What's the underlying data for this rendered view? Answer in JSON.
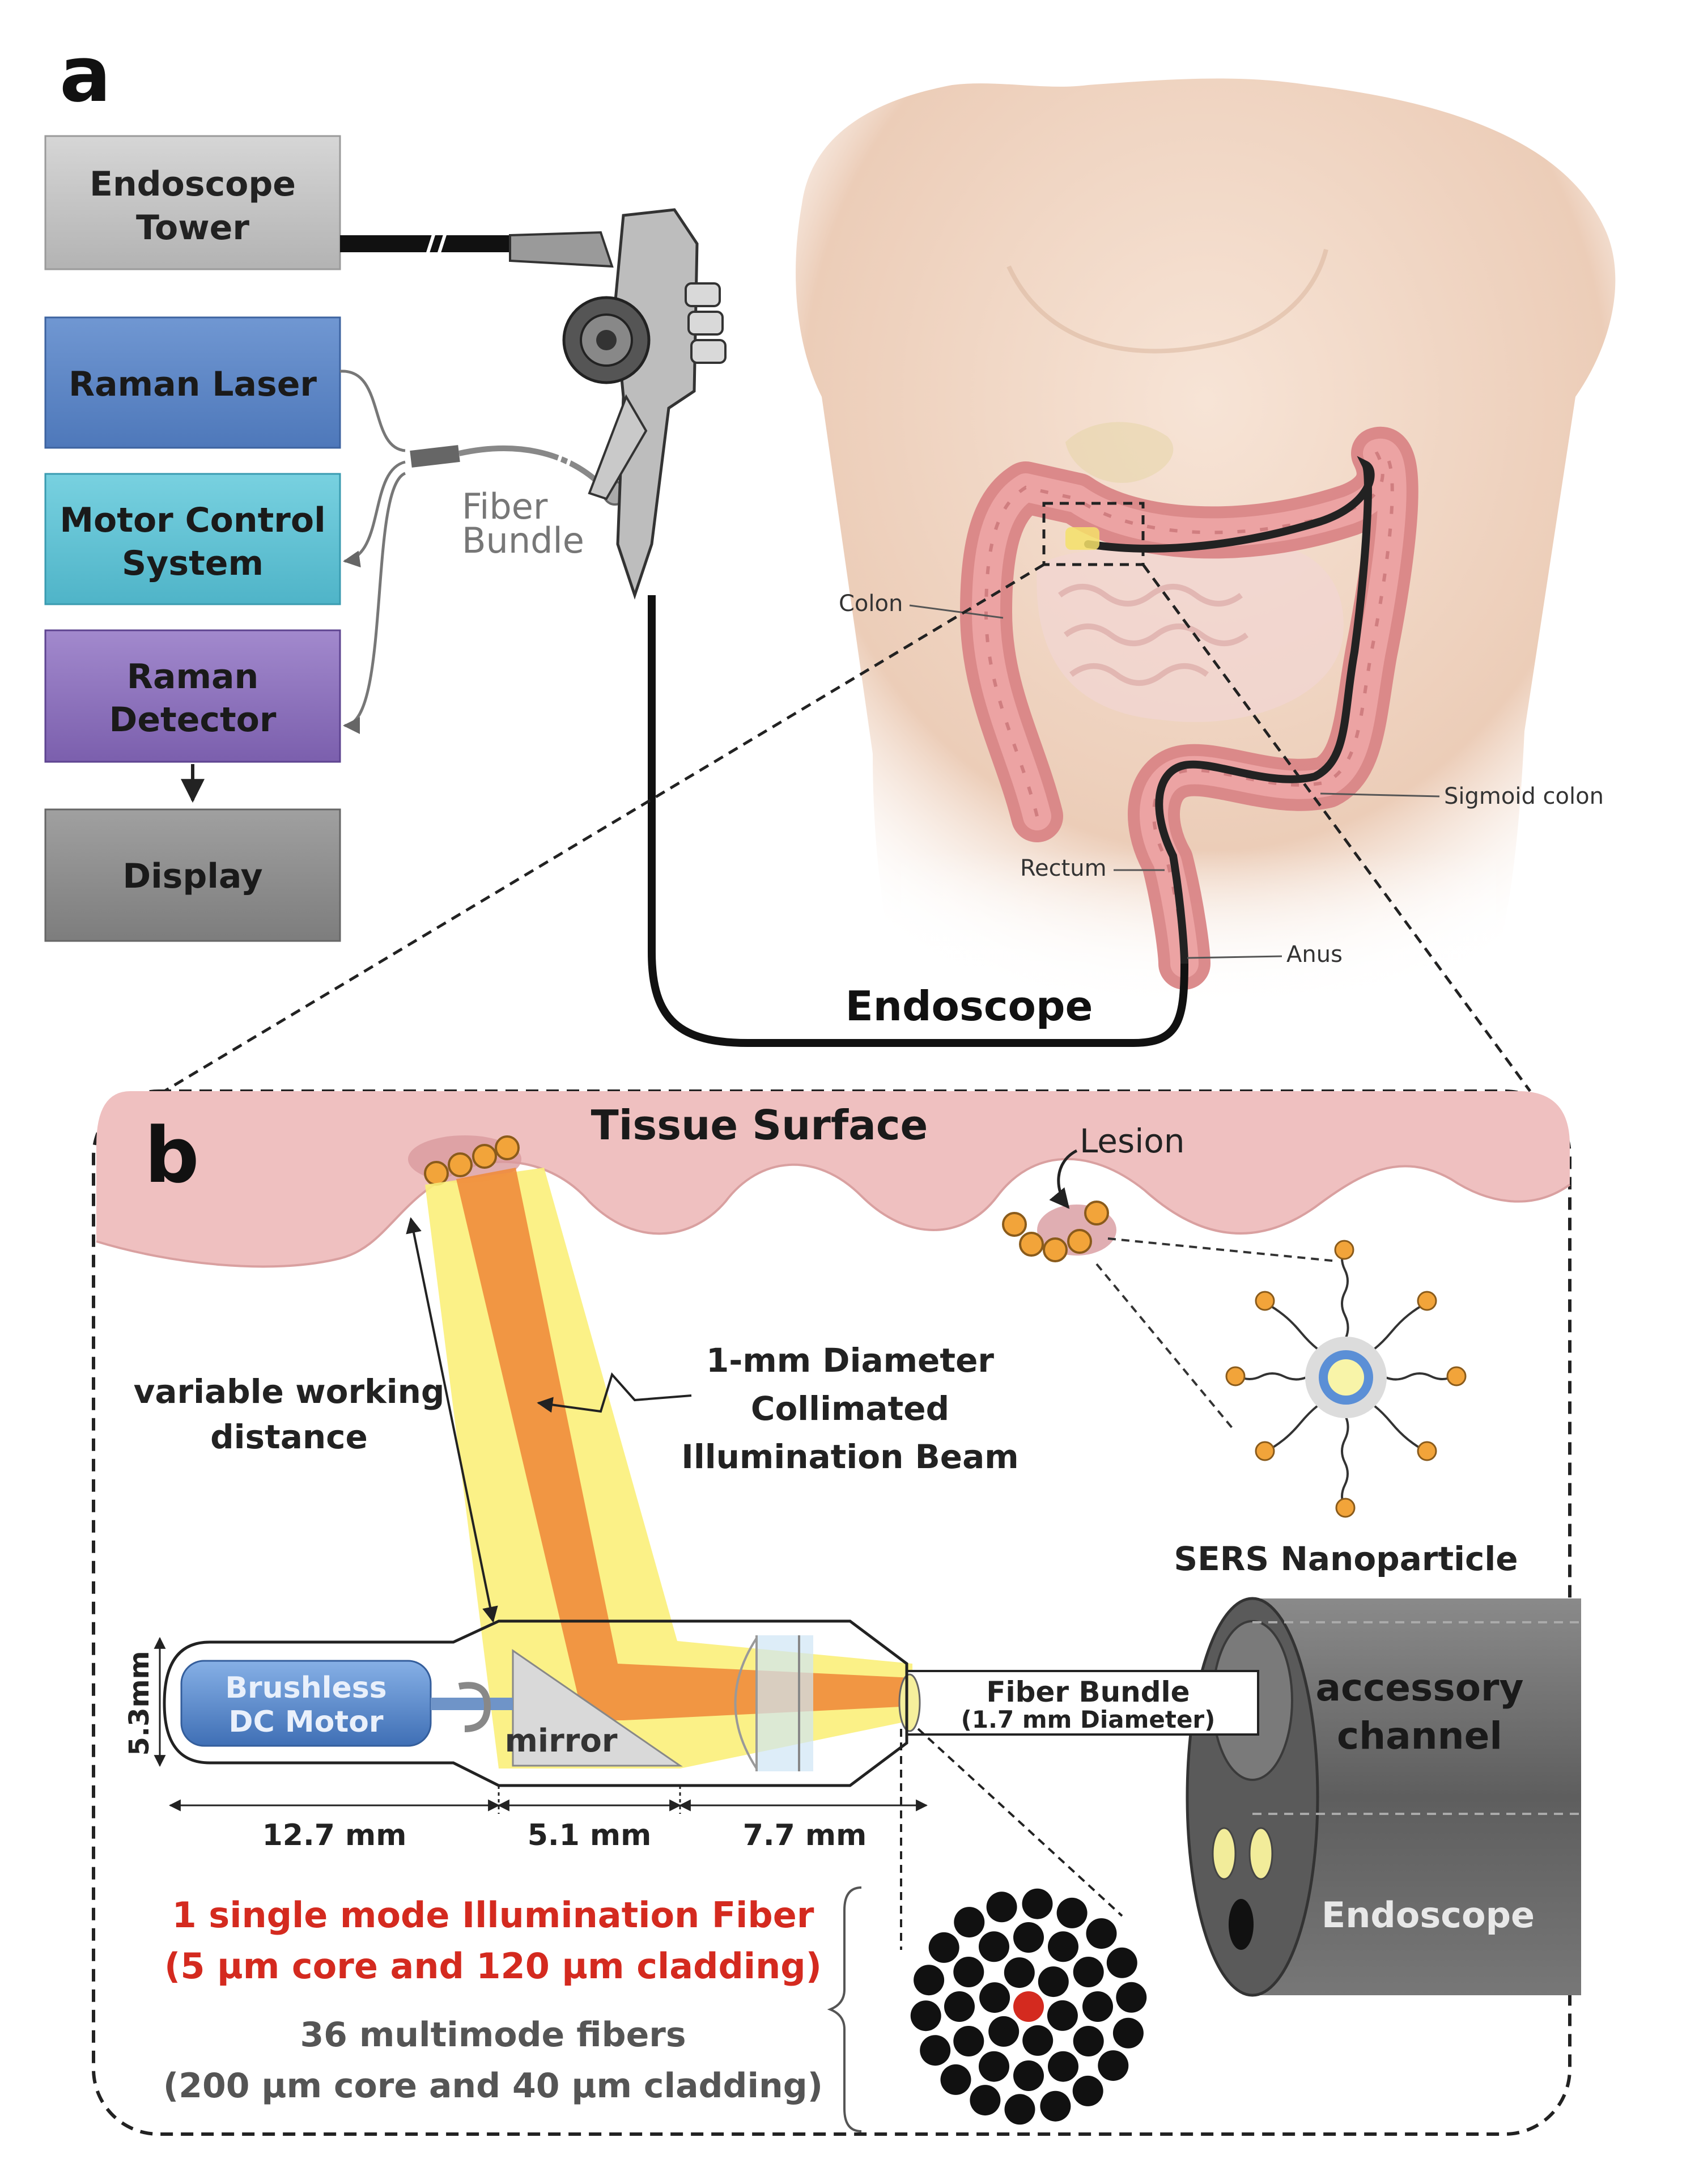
{
  "panel_a": {
    "label": "a",
    "boxes": {
      "endoscope_tower": [
        "Endoscope",
        "Tower"
      ],
      "raman_laser": [
        "Raman Laser"
      ],
      "motor_control": [
        "Motor Control",
        "System"
      ],
      "raman_detector": [
        "Raman",
        "Detector"
      ],
      "display": [
        "Display"
      ]
    },
    "fiber_bundle": [
      "Fiber",
      "Bundle"
    ],
    "anatomy": {
      "colon": "Colon",
      "sigmoid_colon": "Sigmoid colon",
      "rectum": "Rectum",
      "anus": "Anus"
    },
    "endoscope": "Endoscope"
  },
  "panel_b": {
    "label": "b",
    "tissue_surface": "Tissue Surface",
    "lesion": "Lesion",
    "working_distance": [
      "variable working",
      "distance"
    ],
    "beam": [
      "1-mm Diameter",
      "Collimated",
      "Illumination Beam"
    ],
    "nanoparticle": "SERS Nanoparticle",
    "motor": [
      "Brushless",
      "DC Motor"
    ],
    "mirror": "mirror",
    "fiber_bundle": [
      "Fiber Bundle",
      "(1.7 mm Diameter)"
    ],
    "channel": [
      "accessory",
      "channel"
    ],
    "endoscope": "Endoscope",
    "height": "5.3mm",
    "dims": [
      "12.7 mm",
      "5.1 mm",
      "7.7 mm"
    ],
    "illum_fiber": [
      "1 single mode Illumination Fiber",
      "(5 µm core and 120 µm cladding)"
    ],
    "multimode": [
      "36 multimode fibers",
      "(200 µm core and 40 µm cladding)"
    ]
  },
  "colors": {
    "tower": "#c4c4c4",
    "laser": "#5d86c6",
    "motor_control": "#5ec4d6",
    "detector": "#8e72bd",
    "display": "#8e8e8e",
    "tissue": "#efc0c0",
    "beam_core": "#ef8c3c",
    "beam_halo": "#fbf07a",
    "particle": "#f2a43a",
    "channel": "#6e6e6e",
    "red_text": "#d42a1f"
  }
}
